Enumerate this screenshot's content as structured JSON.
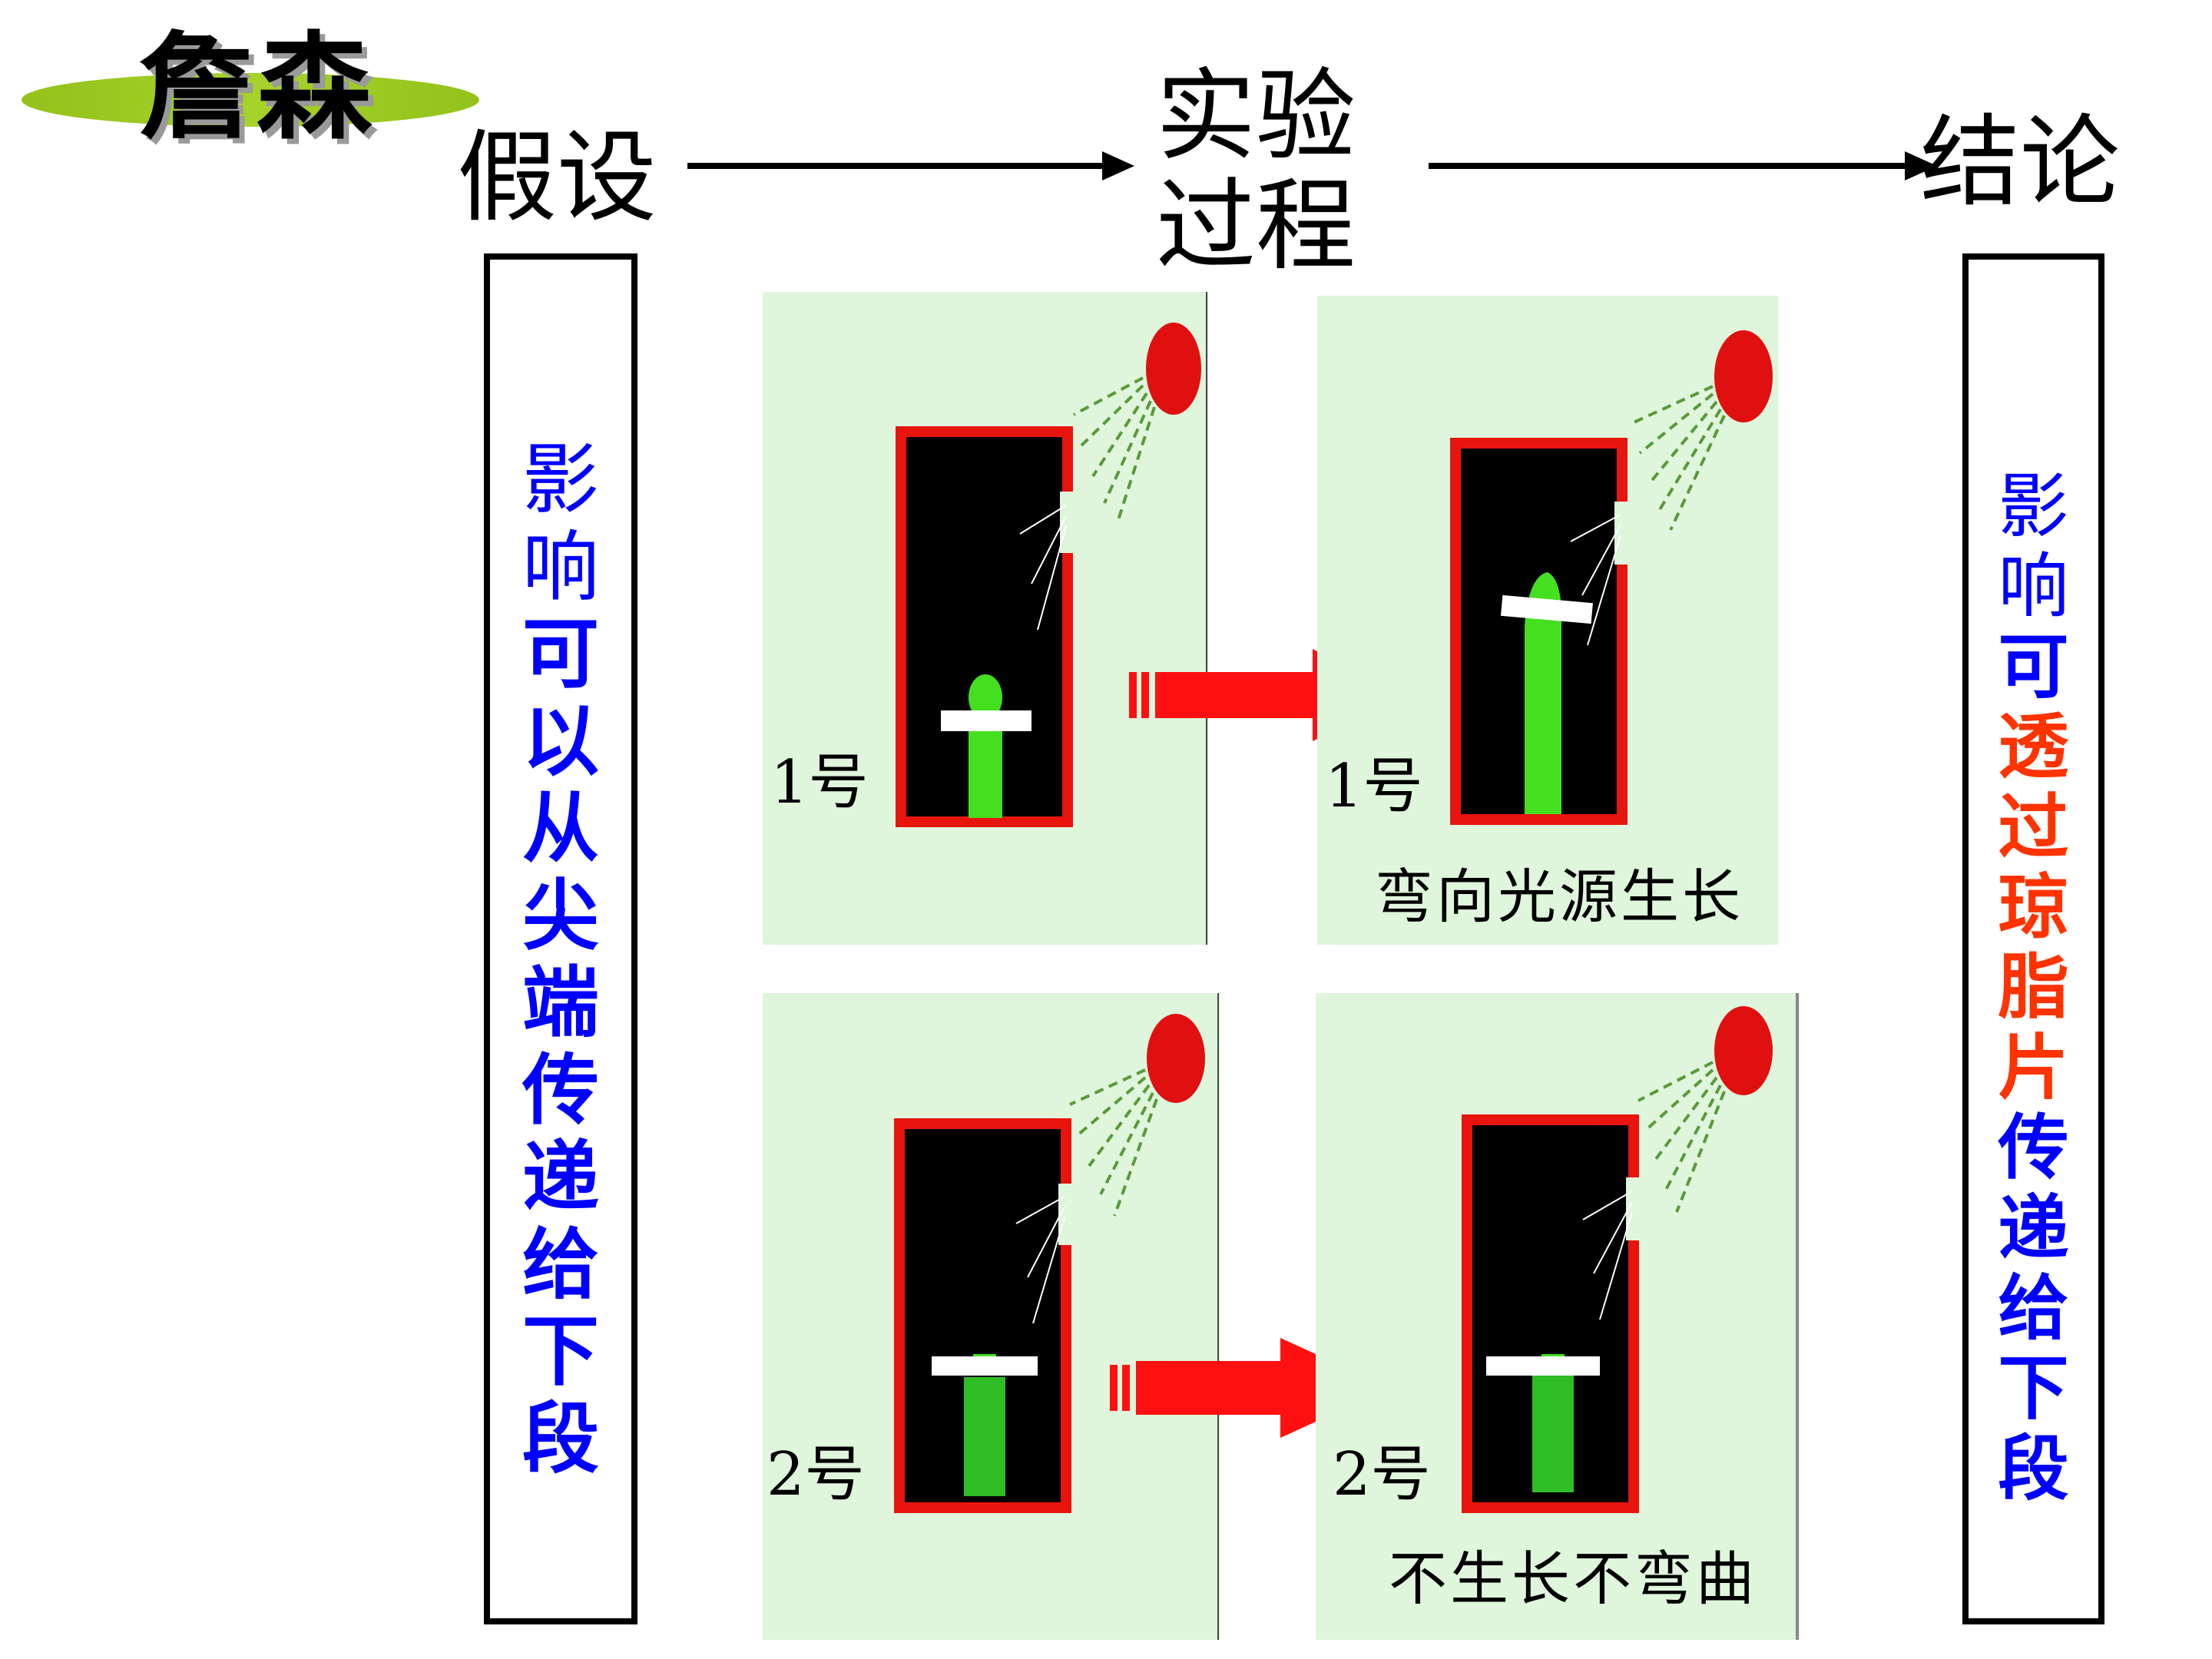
{
  "author": "詹森",
  "steps": {
    "hypothesis": "假设",
    "process_line1": "实验",
    "process_line2": "过程",
    "conclusion": "结论"
  },
  "hypothesis_text": [
    {
      "char": "影",
      "color": "#0000ff",
      "weight": "normal"
    },
    {
      "char": "响",
      "color": "#0000ff",
      "weight": "normal"
    },
    {
      "char": "可",
      "color": "#0000ff",
      "weight": "bold"
    },
    {
      "char": "以",
      "color": "#0000ff",
      "weight": "bold"
    },
    {
      "char": "从",
      "color": "#0000ff",
      "weight": "bold"
    },
    {
      "char": "尖",
      "color": "#0000ff",
      "weight": "bold"
    },
    {
      "char": "端",
      "color": "#0000ff",
      "weight": "bold"
    },
    {
      "char": "传",
      "color": "#0000ff",
      "weight": "bold"
    },
    {
      "char": "递",
      "color": "#0000ff",
      "weight": "bold"
    },
    {
      "char": "给",
      "color": "#0000ff",
      "weight": "bold"
    },
    {
      "char": "下",
      "color": "#0000ff",
      "weight": "bold"
    },
    {
      "char": "段",
      "color": "#0000ff",
      "weight": "bold"
    }
  ],
  "conclusion_text": [
    {
      "char": "影",
      "color": "#0000ff",
      "weight": "normal"
    },
    {
      "char": "响",
      "color": "#0000ff",
      "weight": "normal"
    },
    {
      "char": "可",
      "color": "#0000ff",
      "weight": "bold"
    },
    {
      "char": "透",
      "color": "#ff3300",
      "weight": "bold"
    },
    {
      "char": "过",
      "color": "#ff3300",
      "weight": "bold"
    },
    {
      "char": "琼",
      "color": "#ff3300",
      "weight": "bold"
    },
    {
      "char": "脂",
      "color": "#ff3300",
      "weight": "bold"
    },
    {
      "char": "片",
      "color": "#ff3300",
      "weight": "bold"
    },
    {
      "char": "传",
      "color": "#0000ff",
      "weight": "bold"
    },
    {
      "char": "递",
      "color": "#0000ff",
      "weight": "bold"
    },
    {
      "char": "给",
      "color": "#0000ff",
      "weight": "bold"
    },
    {
      "char": "下",
      "color": "#0000ff",
      "weight": "bold"
    },
    {
      "char": "段",
      "color": "#0000ff",
      "weight": "bold"
    }
  ],
  "experiments": {
    "exp1_label": "1号",
    "exp1_result": "弯向光源生长",
    "exp2_label": "2号",
    "exp2_result": "不生长不弯曲"
  },
  "colors": {
    "panel_bg": "#dff5dc",
    "box_frame": "#e8140e",
    "seedling": "#44e020",
    "light_source": "#e01010",
    "arrow": "#ff1010",
    "author_badge": "#a6d22a"
  }
}
